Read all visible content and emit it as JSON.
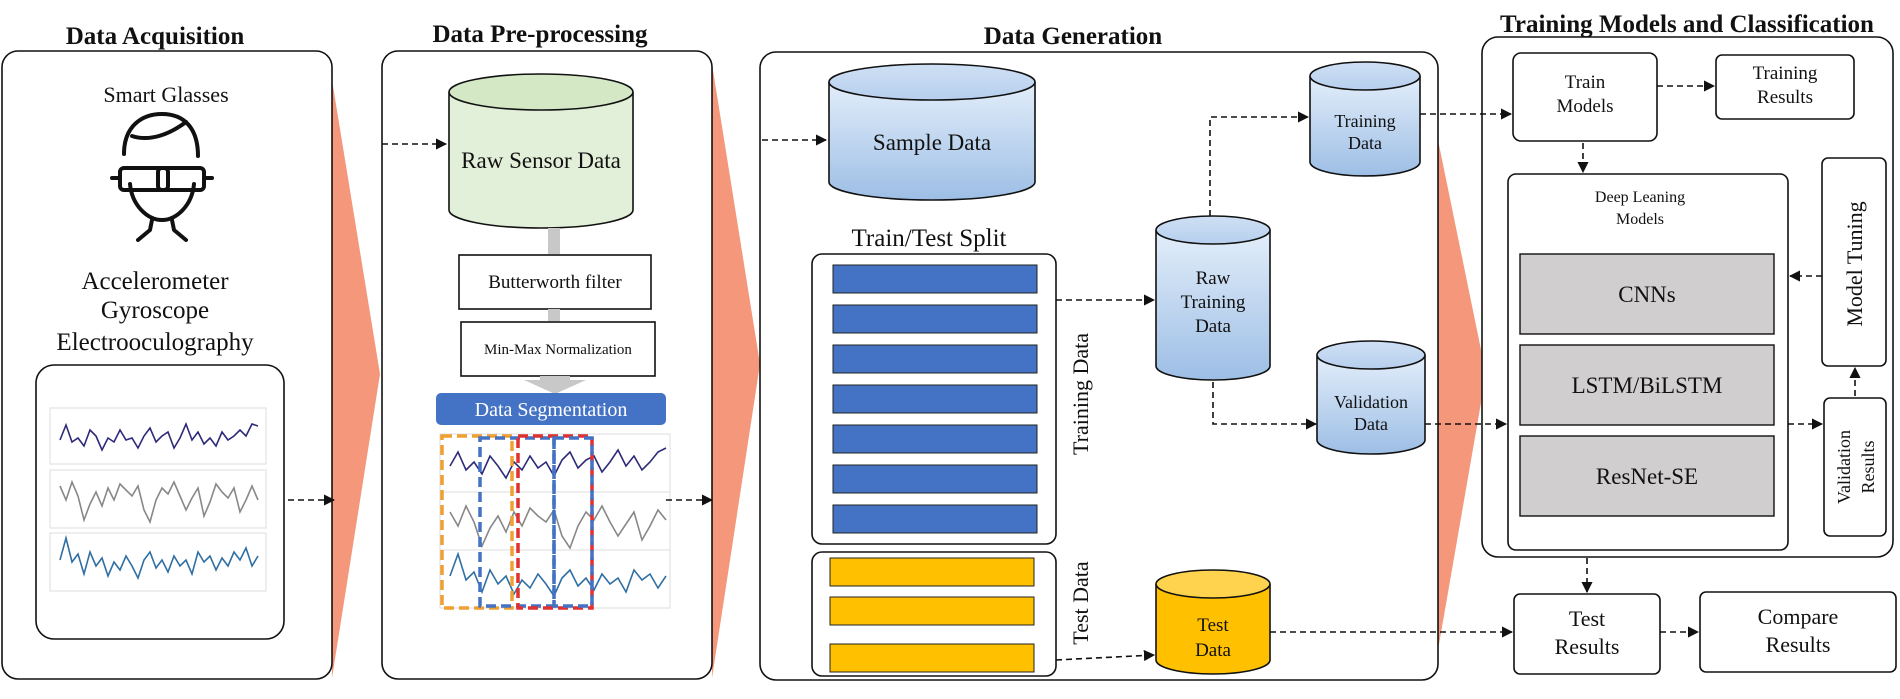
{
  "headings": {
    "acquisition": "Data Acquisition",
    "preprocessing": "Data Pre-processing",
    "generation": "Data Generation",
    "training": "Training Models and Classification"
  },
  "acquisition": {
    "device": "Smart Glasses",
    "sensors": [
      "Accelerometer",
      "Gyroscope",
      "Electrooculography"
    ]
  },
  "preprocessing": {
    "raw": "Raw Sensor Data",
    "filter": "Butterworth filter",
    "normalization": "Min-Max Normalization",
    "segmentation": "Data Segmentation"
  },
  "generation": {
    "sample": "Sample Data",
    "split": "Train/Test Split",
    "training_label": "Training Data",
    "test_label": "Test Data",
    "raw_training": [
      "Raw",
      "Training",
      "Data"
    ],
    "training_db": [
      "Training",
      "Data"
    ],
    "validation_db": [
      "Validation",
      "Data"
    ],
    "test_db": [
      "Test",
      "Data"
    ]
  },
  "training": {
    "train_models": [
      "Train",
      "Models"
    ],
    "training_results": [
      "Training",
      "Results"
    ],
    "dl_title": [
      "Deep Leaning",
      "Models"
    ],
    "models": [
      "CNNs",
      "LSTM/BiLSTM",
      "ResNet-SE"
    ],
    "model_tuning": "Model Tuning",
    "validation_results": [
      "Validation",
      "Results"
    ],
    "test_results": [
      "Test",
      "Results"
    ],
    "compare_results": [
      "Compare",
      "Results"
    ]
  },
  "colors": {
    "cylinder_blue_top": "#dbe8f7",
    "cylinder_blue_bottom": "#9fc0e6",
    "cylinder_green": "#e2f0d9",
    "cylinder_yellow": "#ffc000",
    "bar_blue": "#4472c4",
    "bar_yellow": "#ffc000",
    "segmentation_bg": "#4472c4",
    "model_box": "#d0cece",
    "arrow_salmon": "#f4977b"
  }
}
